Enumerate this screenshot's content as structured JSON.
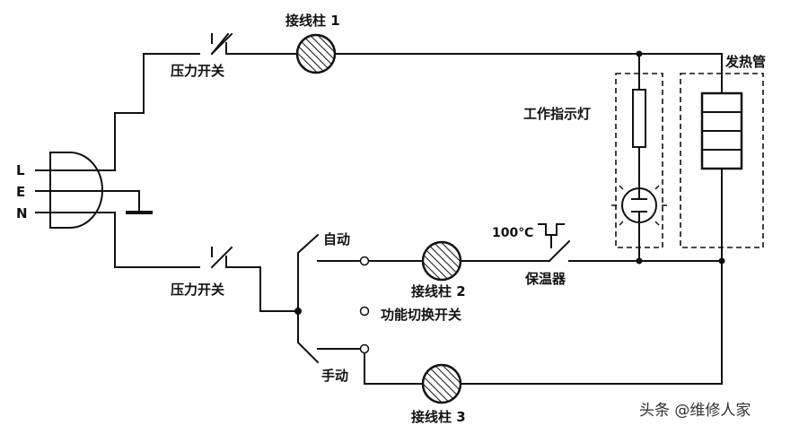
{
  "labels": {
    "terminal_1": "接线柱 1",
    "terminal_2": "接线柱 2",
    "terminal_3": "接线柱 3",
    "pressure_switch_top": "压力开关",
    "pressure_switch_bottom": "压力开关",
    "heating_tube": "发热管",
    "indicator_light": "工作指示灯",
    "thermostat_temp": "100℃",
    "thermostat": "保温器",
    "auto": "自动",
    "manual": "手动",
    "function_switch": "功能切换开关",
    "plug_L": "L",
    "plug_E": "E",
    "plug_N": "N"
  },
  "watermark": "头条 @维修人家"
}
